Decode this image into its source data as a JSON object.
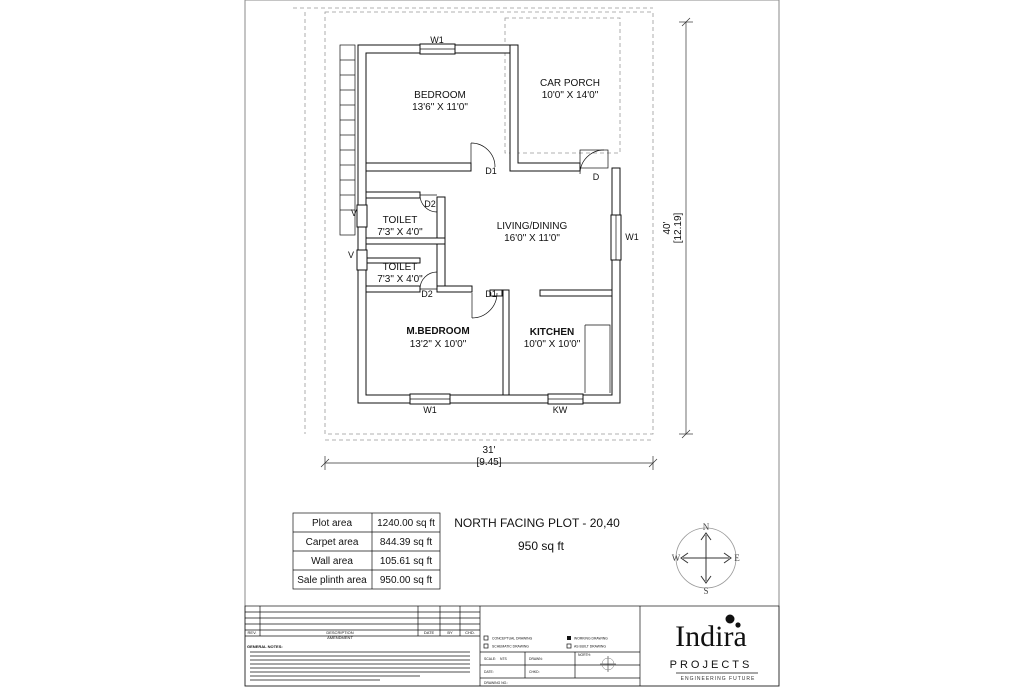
{
  "plan": {
    "rooms": {
      "bedroom": {
        "name": "BEDROOM",
        "dims": "13'6\" X 11'0\""
      },
      "car_porch": {
        "name": "CAR PORCH",
        "dims": "10'0\" X 14'0\""
      },
      "toilet1": {
        "name": "TOILET",
        "dims": "7'3\" X 4'0\""
      },
      "toilet2": {
        "name": "TOILET",
        "dims": "7'3\" X 4'0\""
      },
      "living": {
        "name": "LIVING/DINING",
        "dims": "16'0\" X 11'0\""
      },
      "mbedroom": {
        "name": "M.BEDROOM",
        "dims": "13'2\" X 10'0\""
      },
      "kitchen": {
        "name": "KITCHEN",
        "dims": "10'0\" X 10'0\""
      }
    },
    "labels": {
      "w1_top": "W1",
      "w1_right": "W1",
      "w1_bottom": "W1",
      "kw": "KW",
      "d1_bedroom": "D1",
      "d1_mbed": "D1",
      "d2_top": "D2",
      "d2_bottom": "D2",
      "d_main": "D",
      "v_top": "V",
      "v_bottom": "V"
    },
    "dims": {
      "width_ft": "31'",
      "width_m": "[9.45]",
      "depth_ft": "40'",
      "depth_m": "[12.19]"
    }
  },
  "areas": {
    "rows": [
      {
        "label": "Plot area",
        "value": "1240.00 sq ft"
      },
      {
        "label": "Carpet area",
        "value": "844.39 sq ft"
      },
      {
        "label": "Wall area",
        "value": "105.61 sq ft"
      },
      {
        "label": "Sale plinth area",
        "value": "950.00 sq ft"
      }
    ]
  },
  "plot_title": {
    "line1": "NORTH FACING PLOT - 20,40",
    "line2": "950 sq ft"
  },
  "compass": {
    "n": "N",
    "s": "S",
    "e": "E",
    "w": "W"
  },
  "title_block": {
    "rev": "REV.",
    "description": "DESCRIPTION",
    "date": "DATE",
    "by": "BY",
    "chd": "CHD.",
    "amendment": "AMENDMENT",
    "general_notes": "GENERAL NOTES:",
    "conceptual": "CONCEPTUAL DRAWING",
    "schematic": "SCHEMATIC DRAWING",
    "working": "WORKING DRAWING",
    "as_built": "AS BUILT DRAWING",
    "scale": "SCALE:",
    "scale_val": "NTS",
    "drawn": "DRAWN:",
    "date_lbl": "DATE:",
    "chkd": "CHKD:",
    "drawing_no": "DRAWING NO.:",
    "north": "NORTH:"
  },
  "brand": {
    "name": "Indira",
    "sub": "PROJECTS",
    "tagline": "ENGINEERING FUTURE"
  },
  "colors": {
    "line": "#111111",
    "sheet_border": "#888888",
    "dashed": "#999999"
  }
}
